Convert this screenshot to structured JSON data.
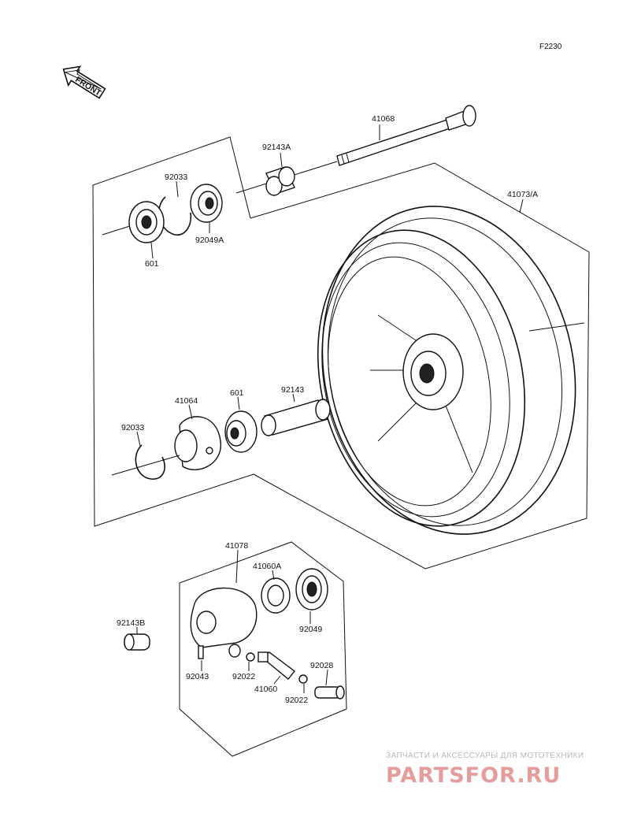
{
  "diagram_code": "F2230",
  "front_label": "FRONT",
  "parts": {
    "axle": "41068",
    "spacer_right": "92143A",
    "wheel": "41073/A",
    "circlip_top": "92033",
    "oil_seal_top": "92049A",
    "bearing_top": "601",
    "hub_cover": "41064",
    "bearing_mid": "601",
    "spacer_mid": "92143",
    "circlip_mid": "92033",
    "gear_assy": "41078",
    "gear_drive": "41060A",
    "oil_seal_gear": "92049",
    "collar": "92143B",
    "pin": "92043",
    "washer_left": "92022",
    "gear_pinion": "41060",
    "washer_right": "92022",
    "bushing": "92028"
  },
  "watermark": {
    "line1": "ЗАПЧАСТИ И АКСЕССУАРЫ ДЛЯ МОТОТЕХНИКИ",
    "line2": "PARTSFOR.RU"
  }
}
